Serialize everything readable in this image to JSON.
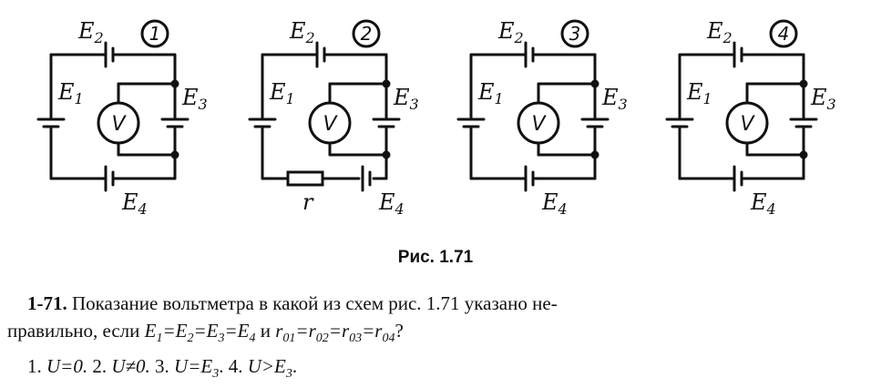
{
  "figure": {
    "caption": "Рис. 1.71",
    "circuits": [
      {
        "number": "1",
        "labels": {
          "e1": "E",
          "e1s": "1",
          "e2": "E",
          "e2s": "2",
          "e3": "E",
          "e3s": "3",
          "e4": "E",
          "e4s": "4"
        },
        "meter": "V"
      },
      {
        "number": "2",
        "labels": {
          "e1": "E",
          "e1s": "1",
          "e2": "E",
          "e2s": "2",
          "e3": "E",
          "e3s": "3",
          "e4": "E",
          "e4s": "4",
          "r": "r"
        },
        "meter": "V"
      },
      {
        "number": "3",
        "labels": {
          "e1": "E",
          "e1s": "1",
          "e2": "E",
          "e2s": "2",
          "e3": "E",
          "e3s": "3",
          "e4": "E",
          "e4s": "4"
        },
        "meter": "V"
      },
      {
        "number": "4",
        "labels": {
          "e1": "E",
          "e1s": "1",
          "e2": "E",
          "e2s": "2",
          "e3": "E",
          "e3s": "3",
          "e4": "E",
          "e4s": "4"
        },
        "meter": "V"
      }
    ]
  },
  "problem": {
    "number": "1-71.",
    "line1": "Показание вольтметра в какой из схем рис. 1.71 указано не-",
    "line2_a": "правильно, если",
    "line2_cond1": "E",
    "line2_cond1_subs": [
      "1",
      "2",
      "3",
      "4"
    ],
    "line2_and": "и",
    "line2_cond2": "r",
    "line2_cond2_subs": [
      "01",
      "02",
      "03",
      "04"
    ],
    "line2_end": "?",
    "options": [
      {
        "n": "1.",
        "text": "U=0."
      },
      {
        "n": "2.",
        "text": "U≠0."
      },
      {
        "n": "3.",
        "text": "U=E",
        "sub": "3",
        "end": "."
      },
      {
        "n": "4.",
        "text": "U>E",
        "sub": "3",
        "end": "."
      }
    ]
  }
}
